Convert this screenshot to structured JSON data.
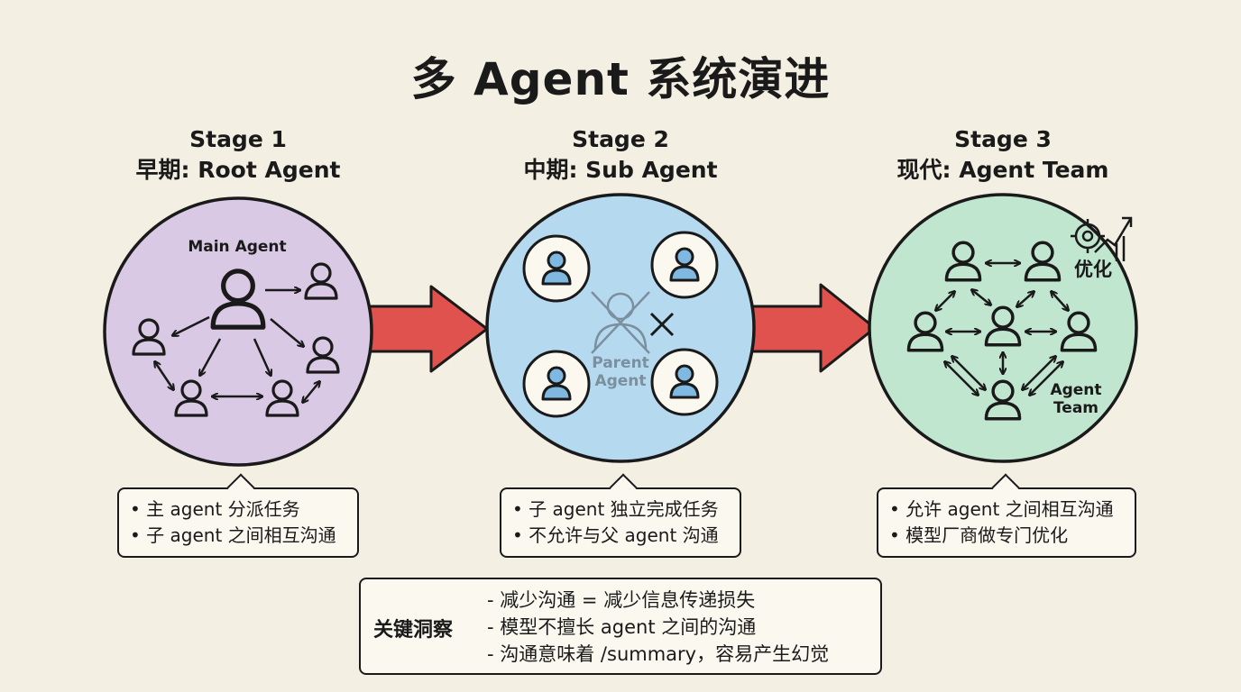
{
  "title": "多 Agent 系统演进",
  "stages": [
    {
      "stage": "Stage 1",
      "name": "早期: Root Agent",
      "circle_label": "Main Agent",
      "circle_color": "#d9c9e4",
      "bullets": [
        "• 主 agent 分派任务",
        "• 子 agent 之间相互沟通"
      ]
    },
    {
      "stage": "Stage 2",
      "name": "中期: Sub Agent",
      "circle_label": "Parent\nAgent",
      "circle_label_lines": [
        "Parent",
        "Agent"
      ],
      "circle_color": "#b5daf0",
      "bullets": [
        "• 子 agent 独立完成任务",
        "• 不允许与父 agent 沟通"
      ]
    },
    {
      "stage": "Stage 3",
      "name": "现代: Agent Team",
      "circle_label_lines": [
        "Agent",
        "Team"
      ],
      "badge_label": "优化",
      "circle_color": "#c0e6cf",
      "bullets": [
        "• 允许 agent 之间相互沟通",
        "• 模型厂商做专门优化"
      ]
    }
  ],
  "colors": {
    "arrow": "#e0524d",
    "icon_blue": "#7fb8e0",
    "faded": "#7b8f9e"
  },
  "insight": {
    "label": "关键洞察",
    "lines": [
      "- 减少沟通 = 减少信息传递损失",
      "- 模型不擅长 agent 之间的沟通",
      "- 沟通意味着 /summary，容易产生幻觉"
    ]
  }
}
